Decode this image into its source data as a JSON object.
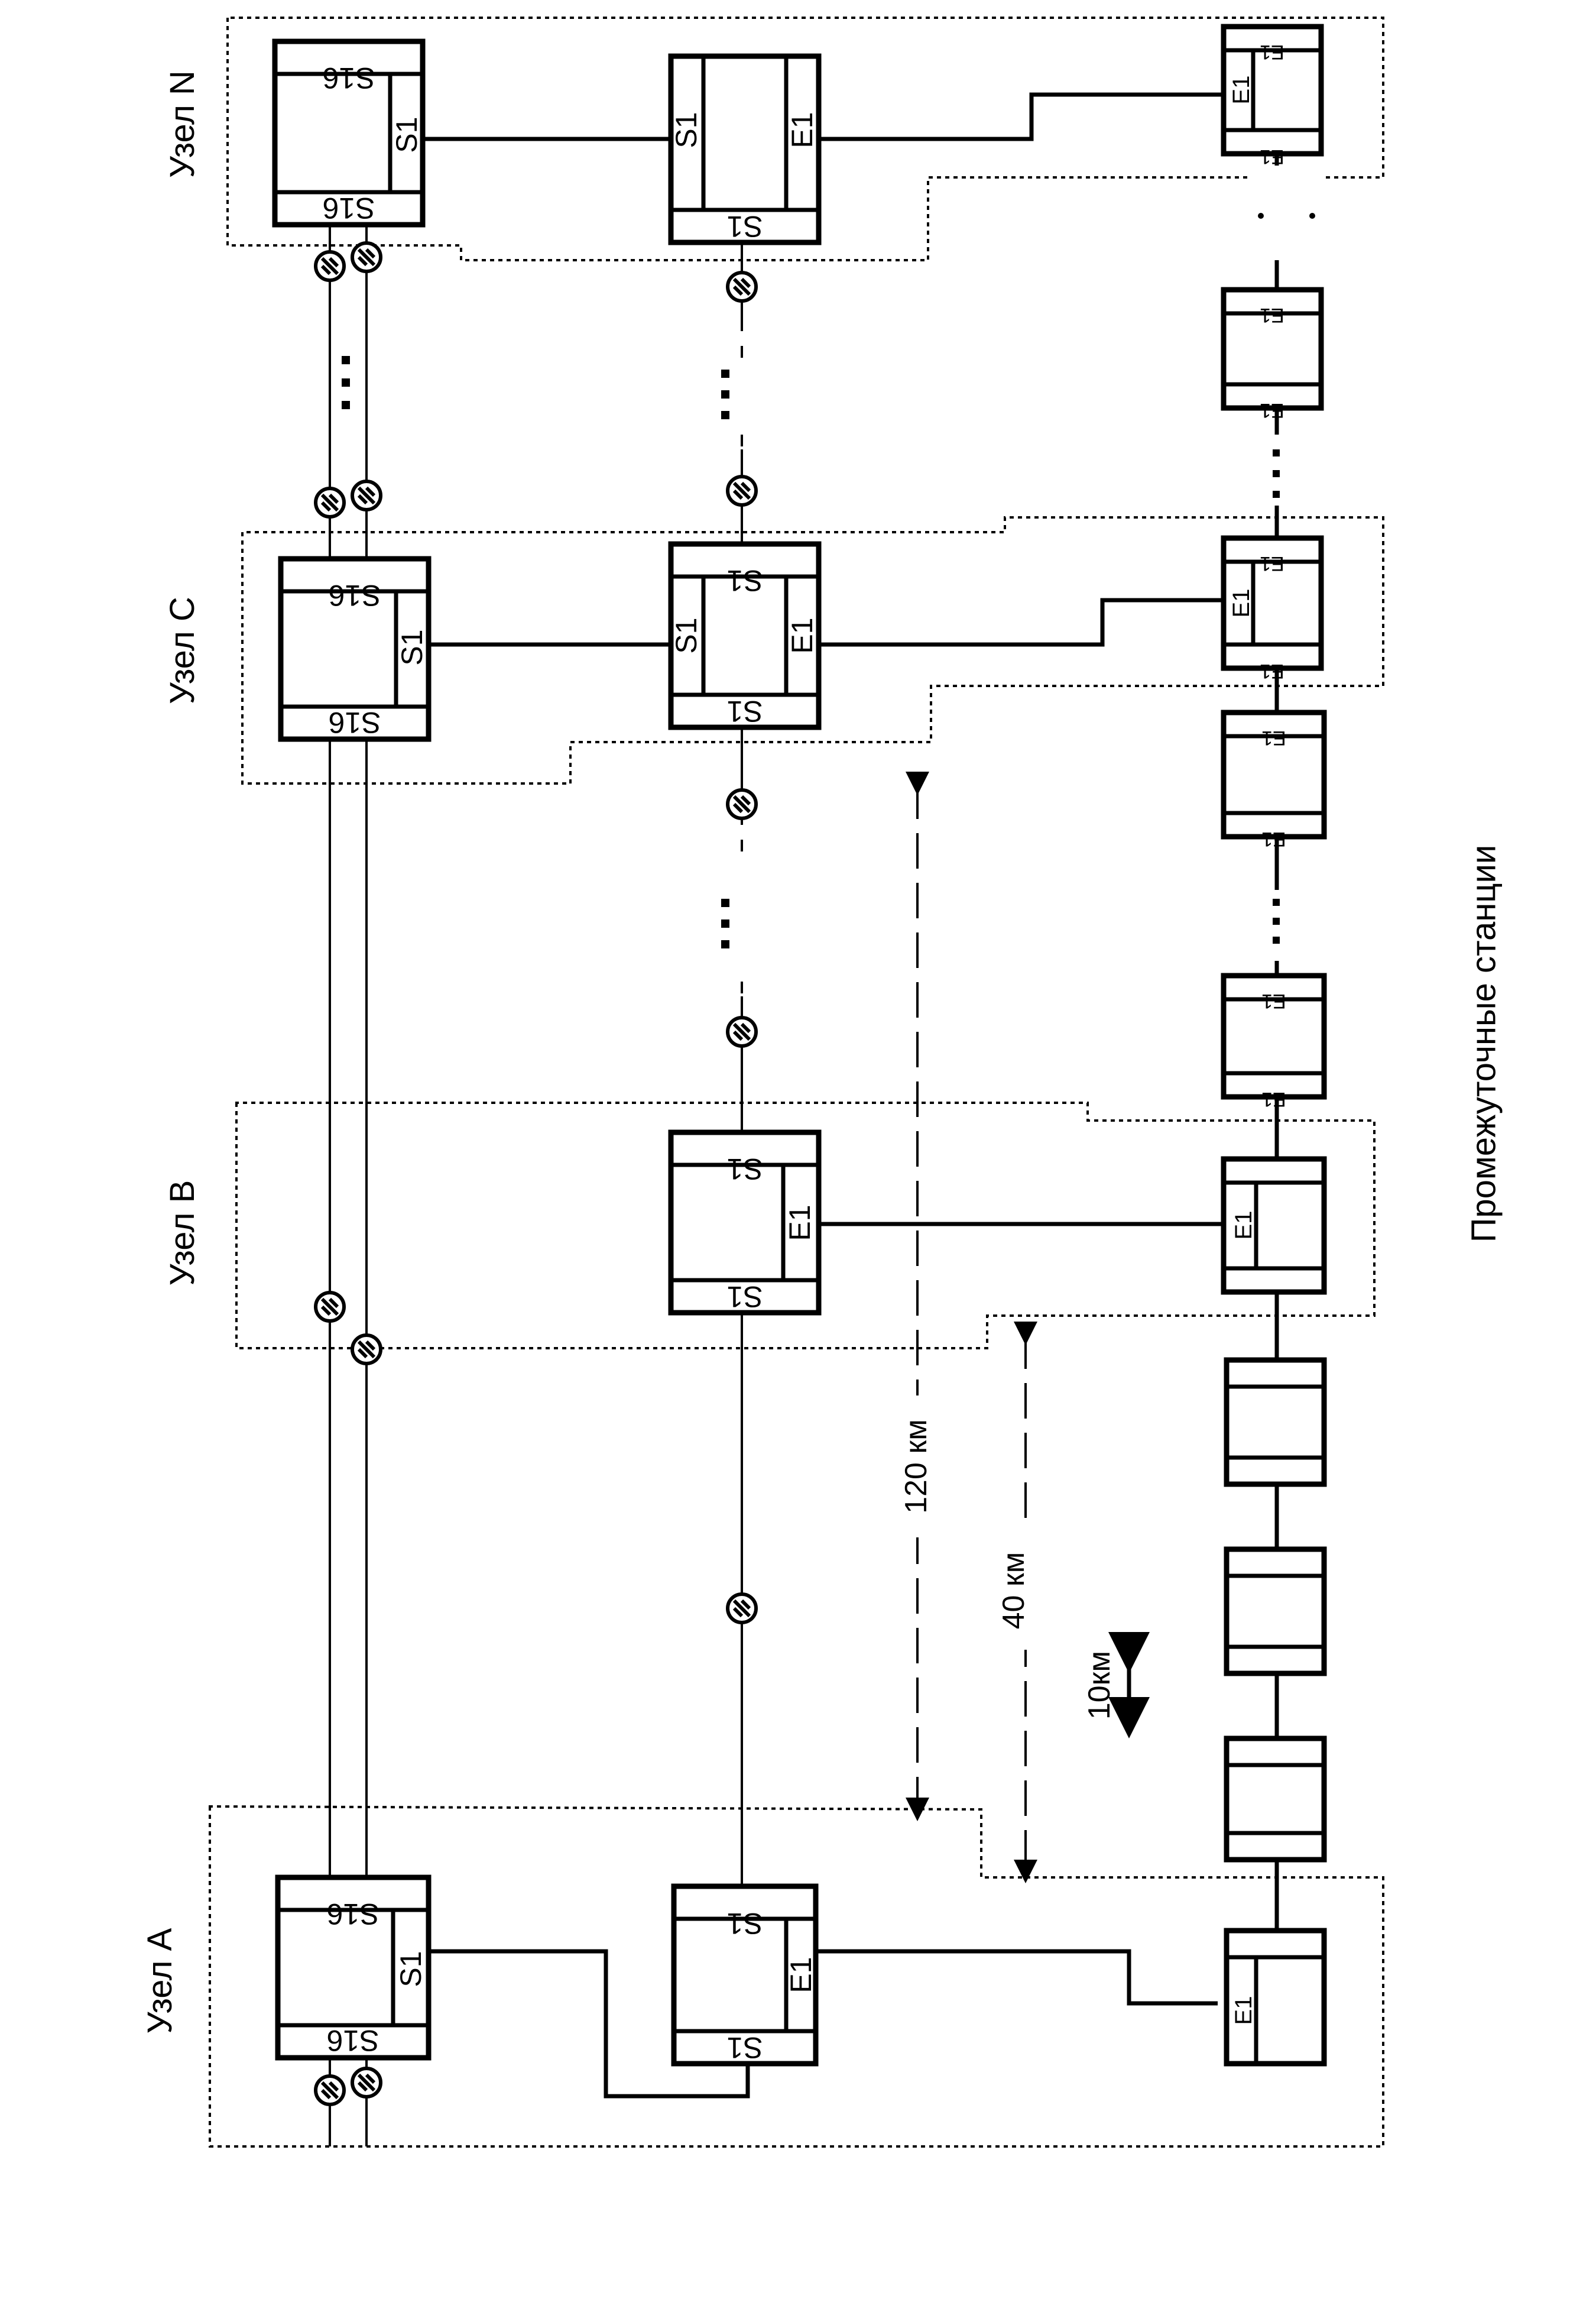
{
  "nodes": {
    "a": "Узел A",
    "b": "Узел B",
    "c": "Узел C",
    "n": "Узел N"
  },
  "ports": {
    "s16": "S16",
    "s1": "S1",
    "e1": "E1"
  },
  "distances": {
    "long": "120 км",
    "medium": "40 км",
    "short": "10км"
  },
  "ellipsis": "…",
  "caption": "Промежуточные станции"
}
